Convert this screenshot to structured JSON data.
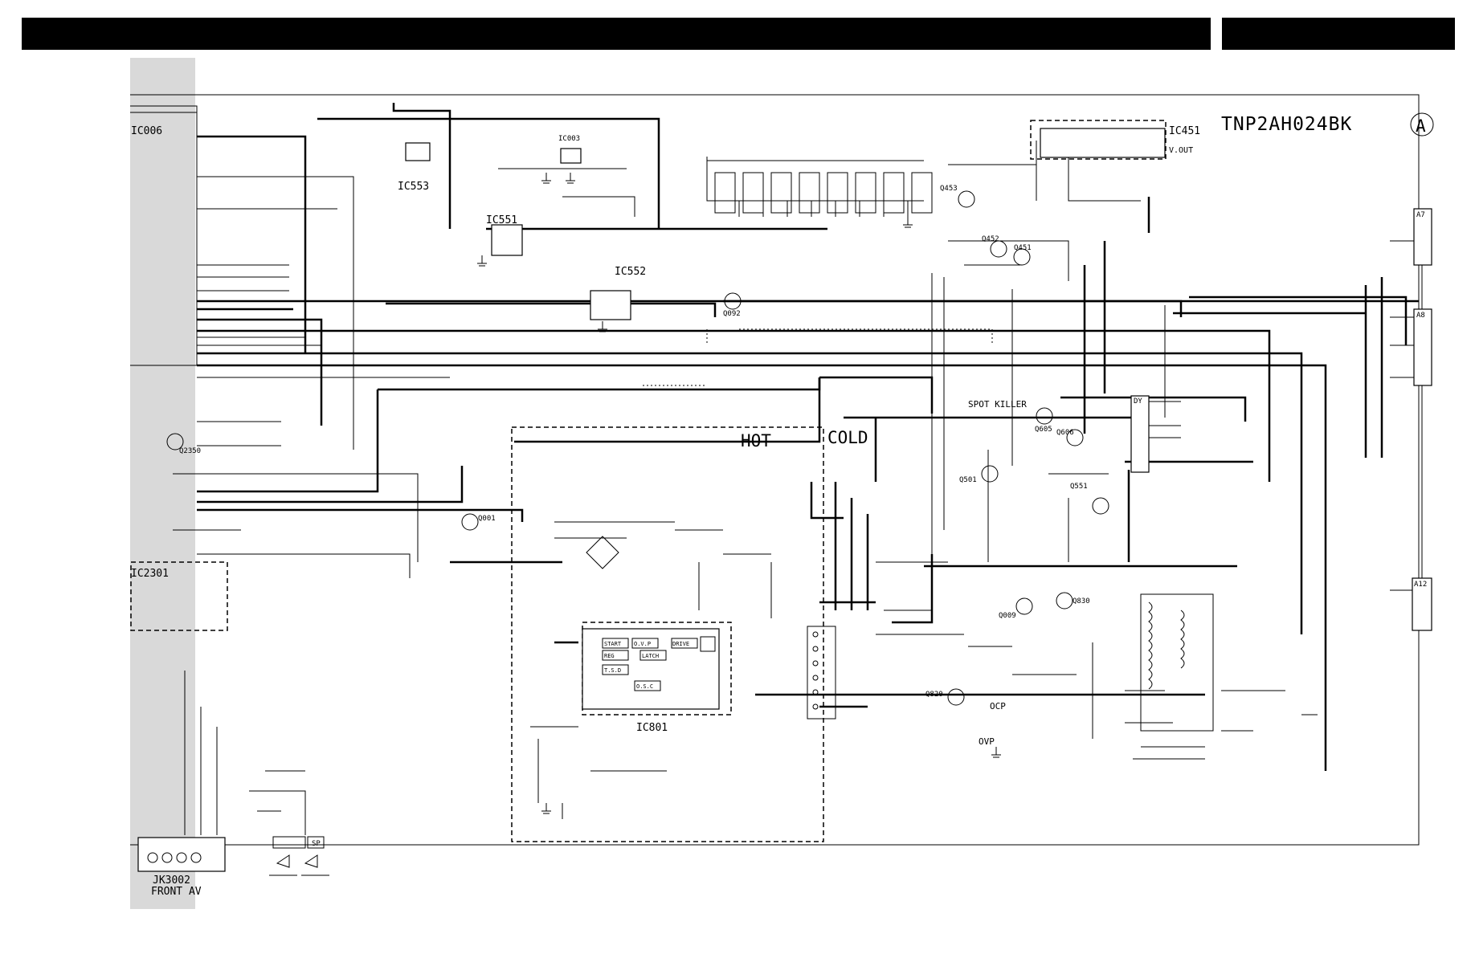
{
  "board_id": "TNP2AH024BK",
  "board_suffix": "A",
  "hot_label": "HOT",
  "cold_label": "COLD",
  "spot_killer_label": "SPOT KILLER",
  "vout_label": "V.OUT",
  "ocp_label": "OCP",
  "ovp_label": "OVP",
  "ics": {
    "ic451": "IC451",
    "ic553": "IC553",
    "ic551": "IC551",
    "ic552": "IC552",
    "ic801": "IC801",
    "ic003": "IC003",
    "ic006": "IC006",
    "ic2301": "IC2301"
  },
  "transistors": {
    "q453": "Q453",
    "q452": "Q452",
    "q451": "Q451",
    "q092": "Q092",
    "q605": "Q605",
    "q606": "Q606",
    "q501": "Q501",
    "q551": "Q551",
    "q830": "Q830",
    "q009": "Q009",
    "q820": "Q820",
    "q001": "Q001",
    "q2350": "Q2350"
  },
  "connectors": {
    "a7": "A7",
    "a8": "A8",
    "a12": "A12",
    "dy": "DY",
    "sp": "SP"
  },
  "jack_label_line1": "JK3002",
  "jack_label_line2": "FRONT AV",
  "ic801_blocks": {
    "start": "START",
    "ovp": "O.V.P",
    "reg": "REG",
    "latch": "LATCH",
    "tsd": "T.S.D",
    "drive": "DRIVE",
    "osc": "O.S.C"
  },
  "colors": {
    "ink": "#000000",
    "paper": "#ffffff",
    "shade": "#d9d9d9"
  }
}
